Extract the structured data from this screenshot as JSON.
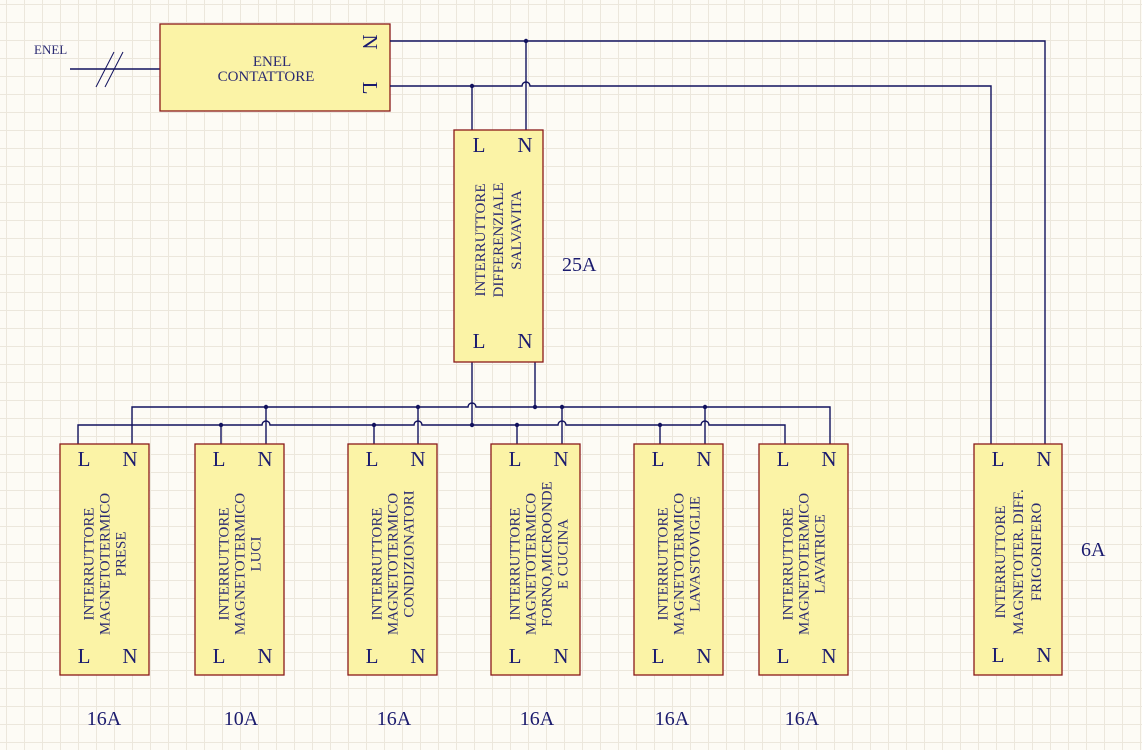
{
  "diagram": {
    "supply_label": "ENEL",
    "contactor": {
      "title_line1": "ENEL",
      "title_line2": "CONTATTORE",
      "pin_n": "N",
      "pin_l": "L"
    },
    "main_breaker": {
      "lines": [
        "INTERRUTTORE",
        "DIFFERENZIALE",
        "SALVAVITA"
      ],
      "rating": "25A",
      "pin_l": "L",
      "pin_n": "N"
    },
    "branch_breakers": [
      {
        "lines": [
          "INTERRUTTORE",
          "MAGNETOTERMICO",
          "PRESE"
        ],
        "rating": "16A"
      },
      {
        "lines": [
          "INTERRUTTORE",
          "MAGNETOTERMICO",
          "LUCI"
        ],
        "rating": "10A"
      },
      {
        "lines": [
          "INTERRUTTORE",
          "MAGNETOTERMICO",
          "CONDIZIONATORI"
        ],
        "rating": "16A"
      },
      {
        "lines": [
          "INTERRUTTORE",
          "MAGNETOTERMICO",
          "FORNO,MICROONDE",
          "E CUCINA"
        ],
        "rating": "16A"
      },
      {
        "lines": [
          "INTERRUTTORE",
          "MAGNETOTERMICO",
          "LAVASTOVIGLIE"
        ],
        "rating": "16A"
      },
      {
        "lines": [
          "INTERRUTTORE",
          "MAGNETOTERMICO",
          "LAVATRICE"
        ],
        "rating": "16A"
      }
    ],
    "fridge_breaker": {
      "lines": [
        "INTERRUTTORE",
        "MAGNETOTER. DIFF.",
        "FRIGORIFERO"
      ],
      "rating": "6A"
    },
    "pin_labels": {
      "l": "L",
      "n": "N"
    },
    "colors": {
      "component_fill": "#fbf3a6",
      "component_border": "#8b1a1a",
      "wire": "#12125e",
      "text": "#1b1b6e"
    }
  }
}
